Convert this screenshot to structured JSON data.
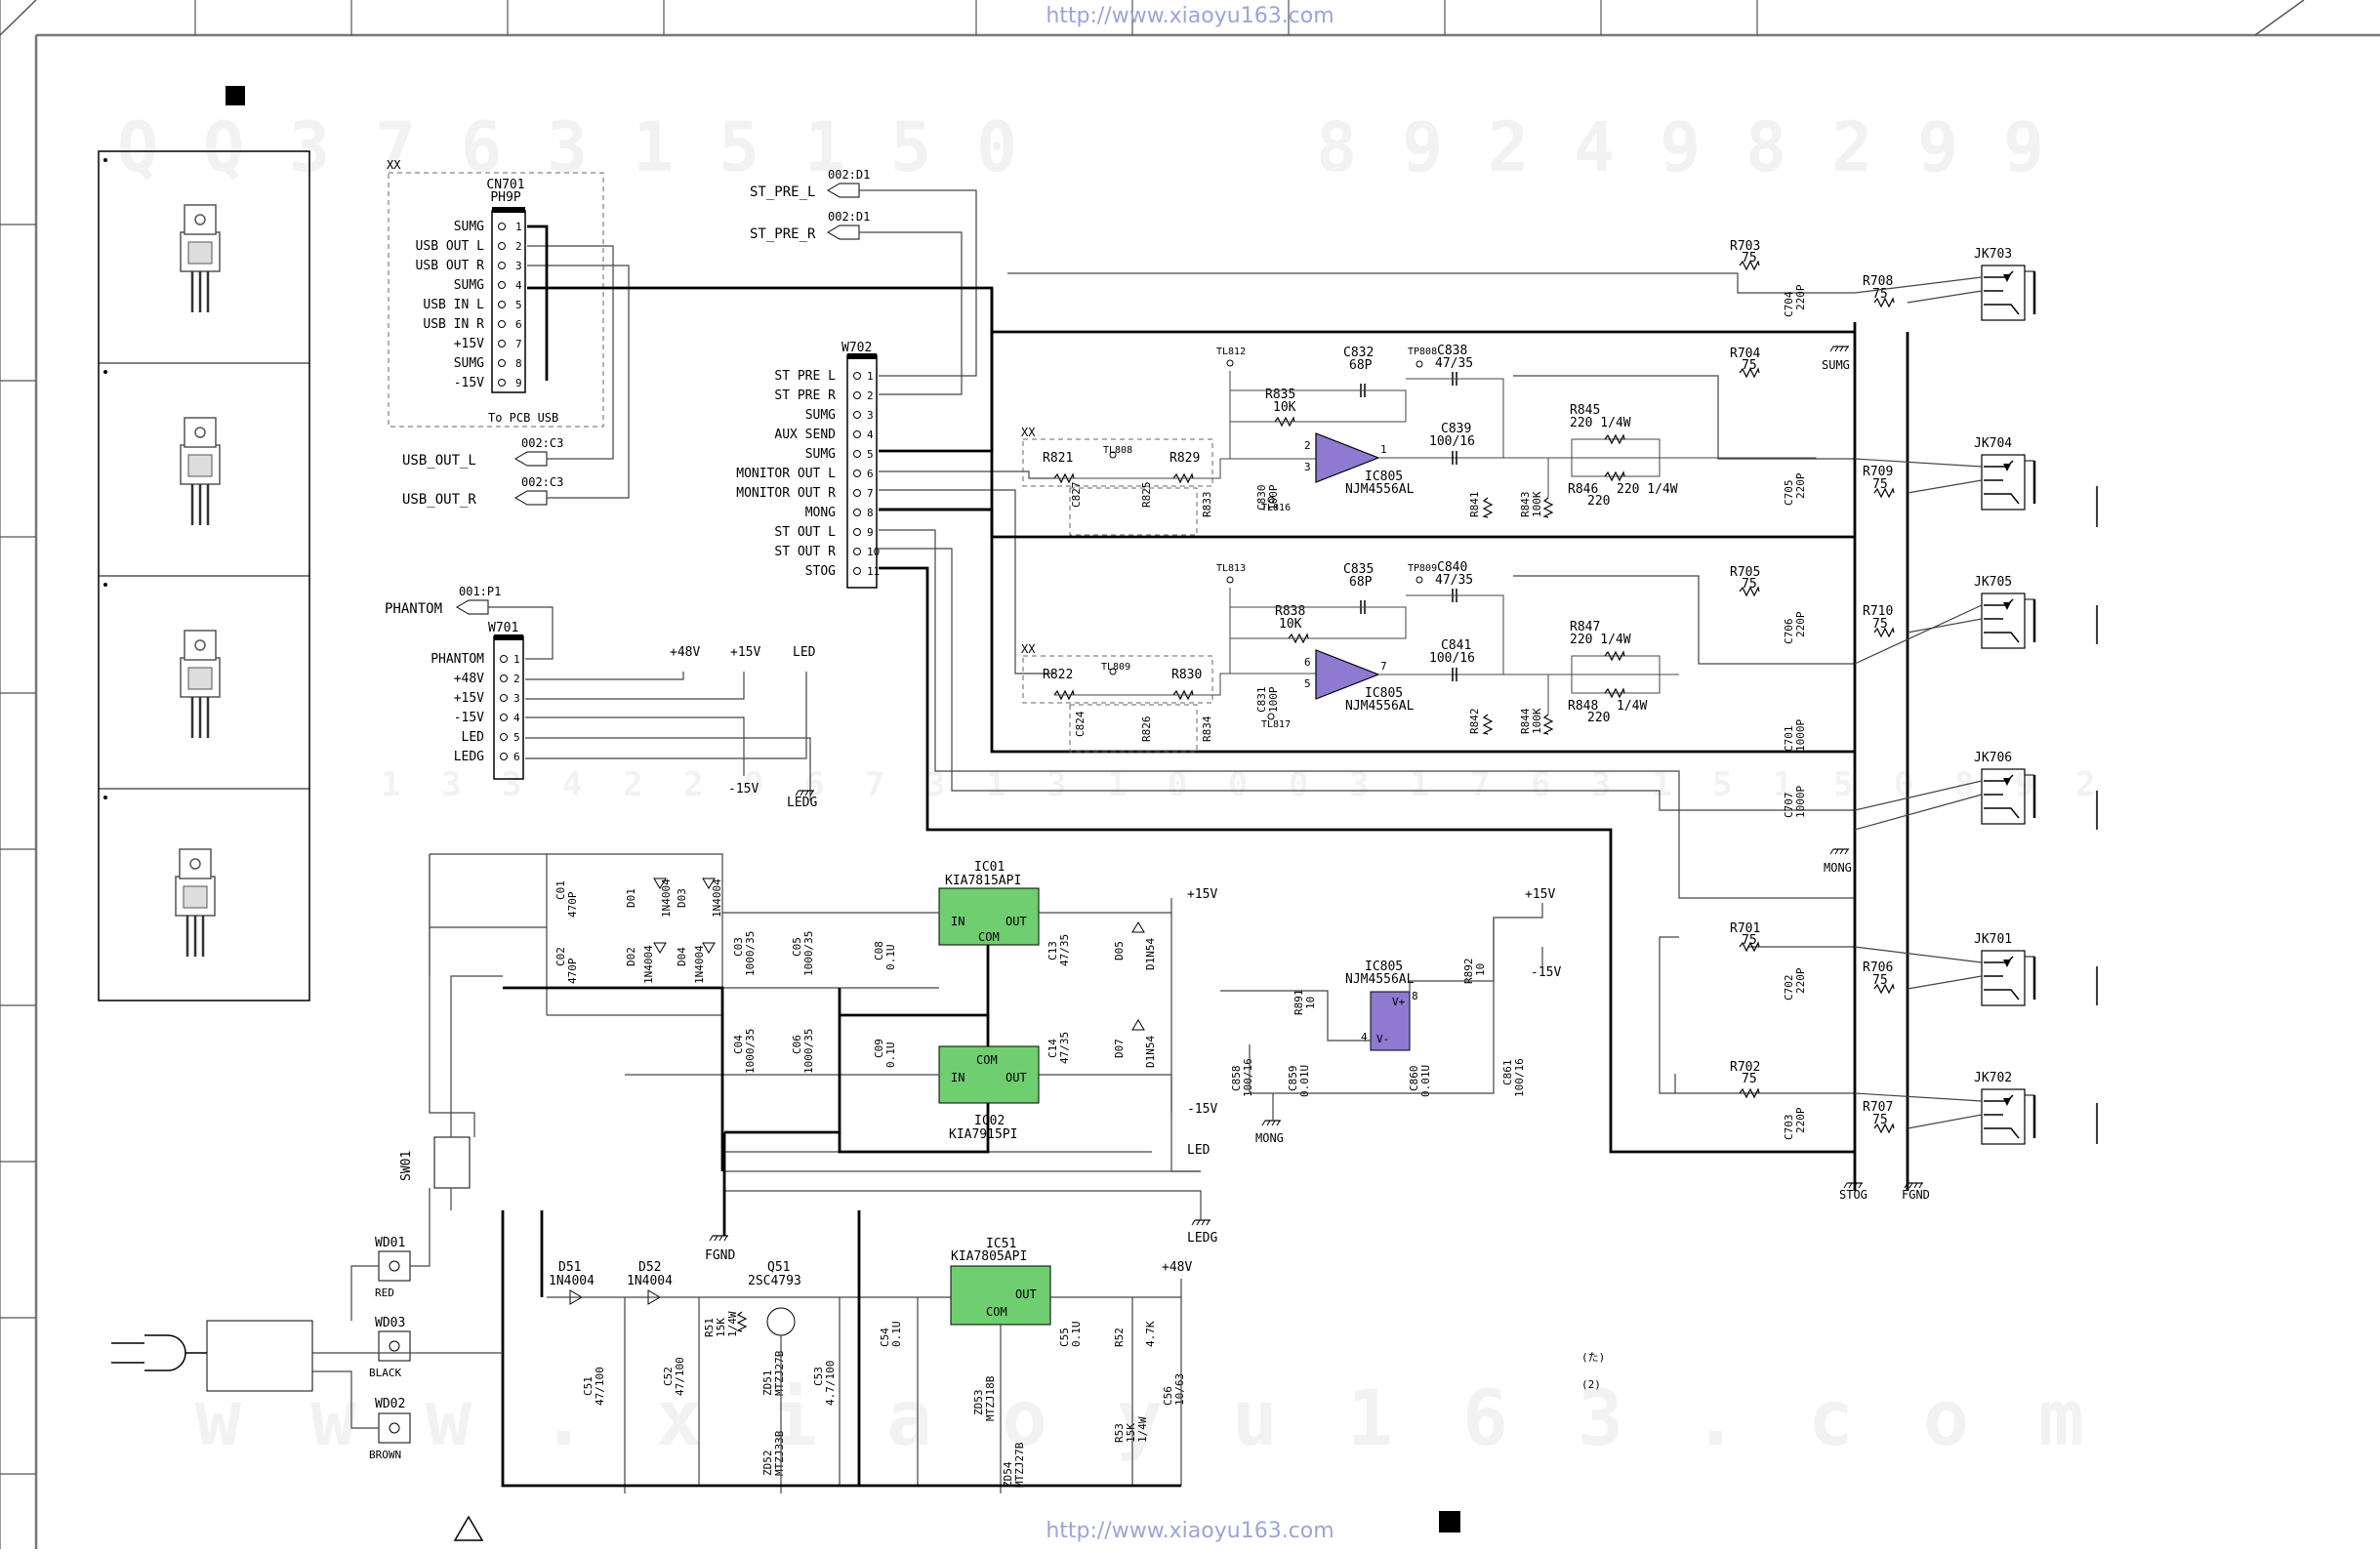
{
  "header_url": "http://www.xiaoyu163.com",
  "footer_url": "http://www.xiaoyu163.com",
  "watermark": {
    "top_digits": [
      "Q",
      "Q",
      "3",
      "7",
      "6",
      "3",
      "1",
      "5",
      "1",
      "5",
      "0",
      "8",
      "9",
      "2",
      "4",
      "9",
      "8",
      "2",
      "9",
      "9"
    ],
    "bottom_letters": [
      "w",
      "w",
      "w",
      ".",
      "x",
      "i",
      "a",
      "o",
      "y",
      "u",
      "1",
      "6",
      "3",
      ".",
      "c",
      "o",
      "m"
    ],
    "mid_digits": [
      "1",
      "3",
      "3",
      "4",
      "2",
      "2",
      "9",
      "6",
      "7",
      "3",
      "1",
      "3",
      "1",
      "0",
      "0",
      "0",
      "3",
      "1",
      "7",
      "6",
      "3",
      "1",
      "5",
      "1",
      "5",
      "0",
      "8",
      "9",
      "2"
    ]
  },
  "connectors": {
    "cn701": {
      "ref": "CN701",
      "type": "PH9P",
      "tag": "XX",
      "pins": [
        "SUMG",
        "USB OUT L",
        "USB OUT R",
        "SUMG",
        "USB IN L",
        "USB IN R",
        "+15V",
        "SUMG",
        "-15V"
      ],
      "note": "To PCB USB"
    },
    "w702": {
      "ref": "W702",
      "pins": [
        "ST PRE L",
        "ST PRE R",
        "SUMG",
        "AUX SEND",
        "SUMG",
        "MONITOR OUT L",
        "MONITOR OUT R",
        "MONG",
        "ST OUT L",
        "ST OUT R",
        "STOG"
      ]
    },
    "w701": {
      "ref": "W701",
      "pins": [
        "PHANTOM",
        "+48V",
        "+15V",
        "-15V",
        "LED",
        "LEDG"
      ]
    }
  },
  "offsheet": {
    "st_pre_l": {
      "label": "ST_PRE_L",
      "ref": "002:D1"
    },
    "st_pre_r": {
      "label": "ST_PRE_R",
      "ref": "002:D1"
    },
    "usb_out_l": {
      "label": "USB_OUT_L",
      "ref": "002:C3"
    },
    "usb_out_r": {
      "label": "USB_OUT_R",
      "ref": "002:C3"
    },
    "phantom": {
      "label": "PHANTOM",
      "ref": "001:P1"
    }
  },
  "rails": {
    "p48": "+48V",
    "p15": "+15V",
    "led": "LED",
    "m15": "-15V",
    "ledg": "LEDG",
    "sumg": "SUMG",
    "mong": "MONG",
    "stog": "STOG",
    "fgnd": "FGND"
  },
  "amp_upper": {
    "tag": "XX",
    "ic": "IC805",
    "ic_part": "NJM4556AL",
    "r821": "R821",
    "r829": "R829",
    "c827": "C827",
    "r825": "R825",
    "r833": "R833",
    "c830": "C830",
    "c830_val": "100P",
    "tl812": "TL812",
    "tl808": "TL808",
    "tp808": "TP808",
    "tl816": "TL816",
    "c832": "C832",
    "c832_val": "68P",
    "r835": "R835",
    "r835_val": "10K",
    "c838": "C838",
    "c838_val": "47/35",
    "c839": "C839",
    "c839_val": "100/16",
    "r841": "R841",
    "r843": "R843",
    "r843_val": "100K",
    "r845": "R845",
    "r845_val": "220 1/4W",
    "r846": "R846",
    "r846_val": "220 1/4W",
    "r846_b": "220",
    "pin2": "2",
    "pin3": "3",
    "pin1": "1"
  },
  "amp_lower": {
    "tag": "XX",
    "ic": "IC805",
    "ic_part": "NJM4556AL",
    "r822": "R822",
    "r830": "R830",
    "c824": "C824",
    "r826": "R826",
    "r834": "R834",
    "c831": "C831",
    "c831_val": "100P",
    "tl813": "TL813",
    "tl809": "TL809",
    "tp809": "TP809",
    "tl817": "TL817",
    "c835": "C835",
    "c835_val": "68P",
    "r838": "R838",
    "r838_val": "10K",
    "c840": "C840",
    "c840_val": "47/35",
    "c841": "C841",
    "c841_val": "100/16",
    "r842": "R842",
    "r844": "R844",
    "r844_val": "100K",
    "r847": "R847",
    "r847_val": "220 1/4W",
    "r848": "R848",
    "r848_val": "1/4W",
    "r848_b": "220",
    "pin6": "6",
    "pin5": "5",
    "pin7": "7"
  },
  "jacks": {
    "jk703": "JK703",
    "jk704": "JK704",
    "jk705": "JK705",
    "jk706": "JK706",
    "jk701": "JK701",
    "jk702": "JK702",
    "r703": "R703",
    "r704": "R704",
    "r705": "R705",
    "r701": "R701",
    "r702": "R702",
    "r708": "R708",
    "r709": "R709",
    "r710": "R710",
    "r706": "R706",
    "r707": "R707",
    "r_val": "75",
    "c704": "C704",
    "c705": "C705",
    "c706": "C706",
    "c701": "C701",
    "c707": "C707",
    "c702": "C702",
    "c703": "C703",
    "c220p": "220P",
    "c1000p": "1000P"
  },
  "psu": {
    "ic01": "IC01",
    "ic01_part": "KIA7815API",
    "ic02": "IC02",
    "ic02_part": "KIA7915PI",
    "in": "IN",
    "out": "OUT",
    "com": "COM",
    "d01": "D01",
    "d02": "D02",
    "d03": "D03",
    "d04": "D04",
    "d1n4004": "1N4004",
    "c01": "C01",
    "c02": "C02",
    "c470p": "470P",
    "c03": "C03",
    "c04": "C04",
    "c05": "C05",
    "c06": "C06",
    "c1000_35": "1000/35",
    "c08": "C08",
    "c09": "C09",
    "c01u": "0.1U",
    "c13": "C13",
    "c14": "C14",
    "c47_35": "47/35",
    "d05": "D05",
    "d07": "D07",
    "d1n54": "D1N54",
    "d1n54_b": "D1N54",
    "ic805": "IC805",
    "ic805_part": "NJM4556AL",
    "vplus": "V+",
    "vminus": "V-",
    "p8": "8",
    "p4": "4",
    "r891": "R891",
    "r892": "R892",
    "r10": "10",
    "c858": "C858",
    "c859": "C859",
    "c860": "C860",
    "c861": "C861",
    "c100_16": "100/16",
    "c001u": "0.01U"
  },
  "power48": {
    "ic51": "IC51",
    "ic51_part": "KIA7805API",
    "d51": "D51",
    "d52": "D52",
    "d1n4004": "1N4004",
    "q51": "Q51",
    "q51_part": "2SC4793",
    "r51": "R51",
    "r51_val": "15K",
    "r51_w": "1/4W",
    "c51": "C51",
    "c51_val": "47/100",
    "c52": "C52",
    "c52_val": "47/100",
    "c53": "C53",
    "c53_val": "4.7/100",
    "c54": "C54",
    "c55": "C55",
    "c01u": "0.1U",
    "r52": "R52",
    "r52_val": "4.7K",
    "r53": "R53",
    "r53_val": "15K",
    "r53_w": "1/4W",
    "c56": "C56",
    "c56_val": "10/63",
    "zd51": "ZD51",
    "zd51_part": "MTZJ27B",
    "zd52": "ZD52",
    "zd52_part": "MTZJ33B",
    "zd53": "ZD53",
    "zd53_part": "MTZJ18B",
    "zd54": "ZD54",
    "zd54_part": "MTZJ27B",
    "sw01": "SW01",
    "wd01": "WD01",
    "wd02": "WD02",
    "wd03": "WD03",
    "red": "RED",
    "black": "BLACK",
    "brown": "BROWN"
  },
  "legend": {
    "dt": "(た)",
    "d2": "(2)"
  }
}
